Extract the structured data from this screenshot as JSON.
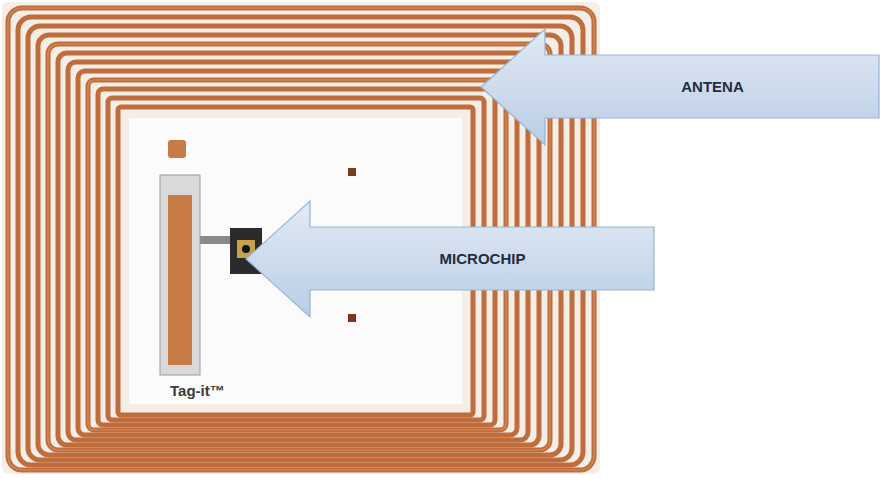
{
  "diagram": {
    "nodes": [
      {
        "text": [
          "ANTENA"
        ]
      },
      {
        "text": [
          "MICROCHIP"
        ]
      }
    ],
    "labels": [
      "Tag-it™"
    ]
  }
}
